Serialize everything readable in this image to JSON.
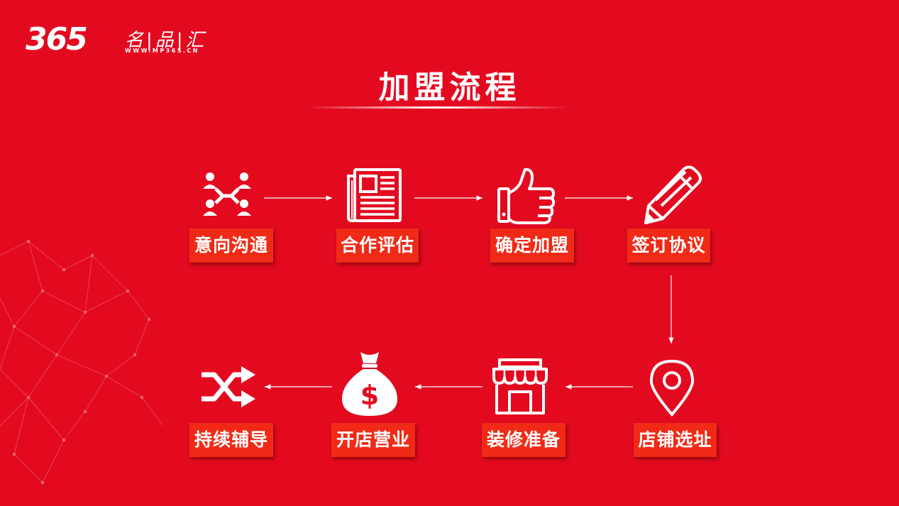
{
  "brand": {
    "number": "365",
    "name": "名|品|汇",
    "url": "WWW.MP365.CN"
  },
  "title": "加盟流程",
  "steps": [
    {
      "label": "意向沟通",
      "icon": "network-people-icon"
    },
    {
      "label": "合作评估",
      "icon": "newspaper-icon"
    },
    {
      "label": "确定加盟",
      "icon": "thumbs-up-icon"
    },
    {
      "label": "签订协议",
      "icon": "pencil-icon"
    },
    {
      "label": "店铺选址",
      "icon": "map-pin-icon"
    },
    {
      "label": "装修准备",
      "icon": "storefront-icon"
    },
    {
      "label": "开店营业",
      "icon": "money-bag-icon"
    },
    {
      "label": "持续辅导",
      "icon": "shuffle-icon"
    }
  ],
  "colors": {
    "background": "#e30a20",
    "label_bg": "#f02a16",
    "foreground": "#ffffff"
  }
}
